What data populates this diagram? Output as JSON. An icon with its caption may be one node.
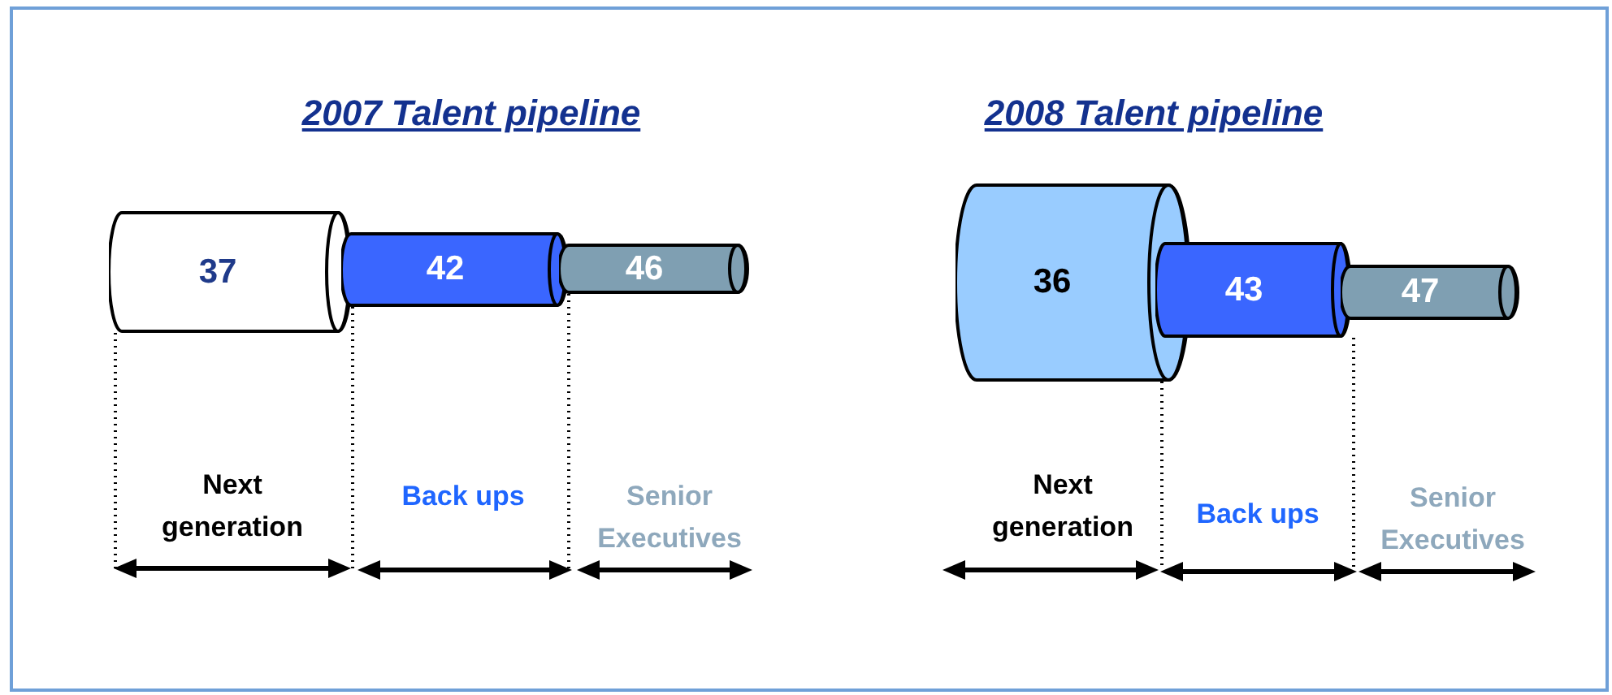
{
  "diagram": {
    "nodes": [
      {
        "text": [
          "37"
        ]
      },
      {
        "text": [
          "42"
        ]
      },
      {
        "text": [
          "46"
        ]
      },
      {
        "text": [
          "36"
        ]
      },
      {
        "text": [
          "43"
        ]
      },
      {
        "text": [
          "47"
        ]
      }
    ],
    "labels": [
      "2007 Talent pipeline",
      "2008 Talent pipeline",
      "Next generation",
      "Back ups",
      "Senior Executives",
      "Next generation",
      "Back ups",
      "Senior Executives"
    ]
  }
}
